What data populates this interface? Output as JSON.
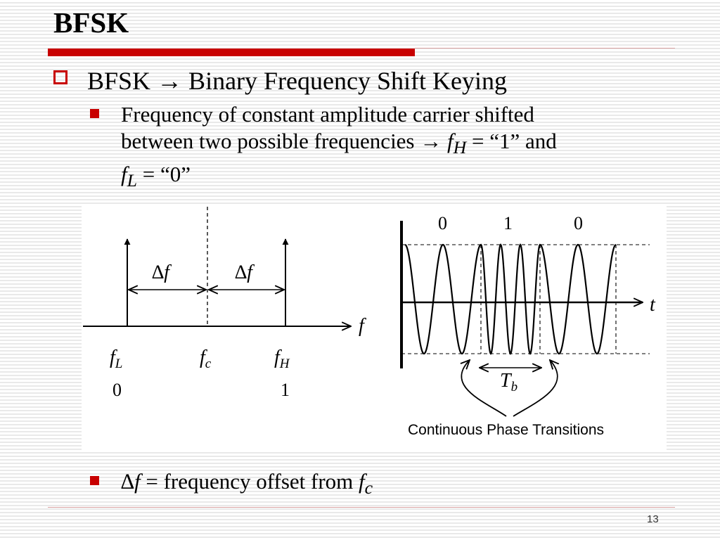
{
  "slide": {
    "title": "BFSK",
    "page_number": "13",
    "accent_color": "#c80000"
  },
  "bullets": {
    "level1": {
      "text": "BFSK → Binary Frequency Shift Keying",
      "icon": "hollow-square-bullet"
    },
    "item1": {
      "line1": "Frequency of constant amplitude carrier shifted",
      "line2_pre": "between two possible frequencies → ",
      "fh_sym": "f",
      "fh_sub": "H",
      "line2_post": " = “1” and",
      "fl_sym": "f",
      "fl_sub": "L",
      "line3_post": " = “0”",
      "icon": "filled-square-bullet"
    },
    "item2": {
      "delta_sym": "∆",
      "f_sym": "f",
      "text": " = frequency offset from ",
      "fc_sym": "f",
      "fc_sub": "c",
      "icon": "filled-square-bullet"
    }
  },
  "figure": {
    "spectrum": {
      "axis_label": "f",
      "delta_label_left": "∆f",
      "delta_label_right": "∆f",
      "freq_labels": [
        {
          "sym": "f",
          "sub": "L"
        },
        {
          "sym": "f",
          "sub": "c"
        },
        {
          "sym": "f",
          "sub": "H"
        }
      ],
      "bit_labels": [
        "0",
        "1"
      ]
    },
    "waveform": {
      "bits": [
        "0",
        "1",
        "0"
      ],
      "time_axis_label": "t",
      "bit_period_sym": "T",
      "bit_period_sub": "b",
      "caption": "Continuous Phase Transitions"
    }
  }
}
